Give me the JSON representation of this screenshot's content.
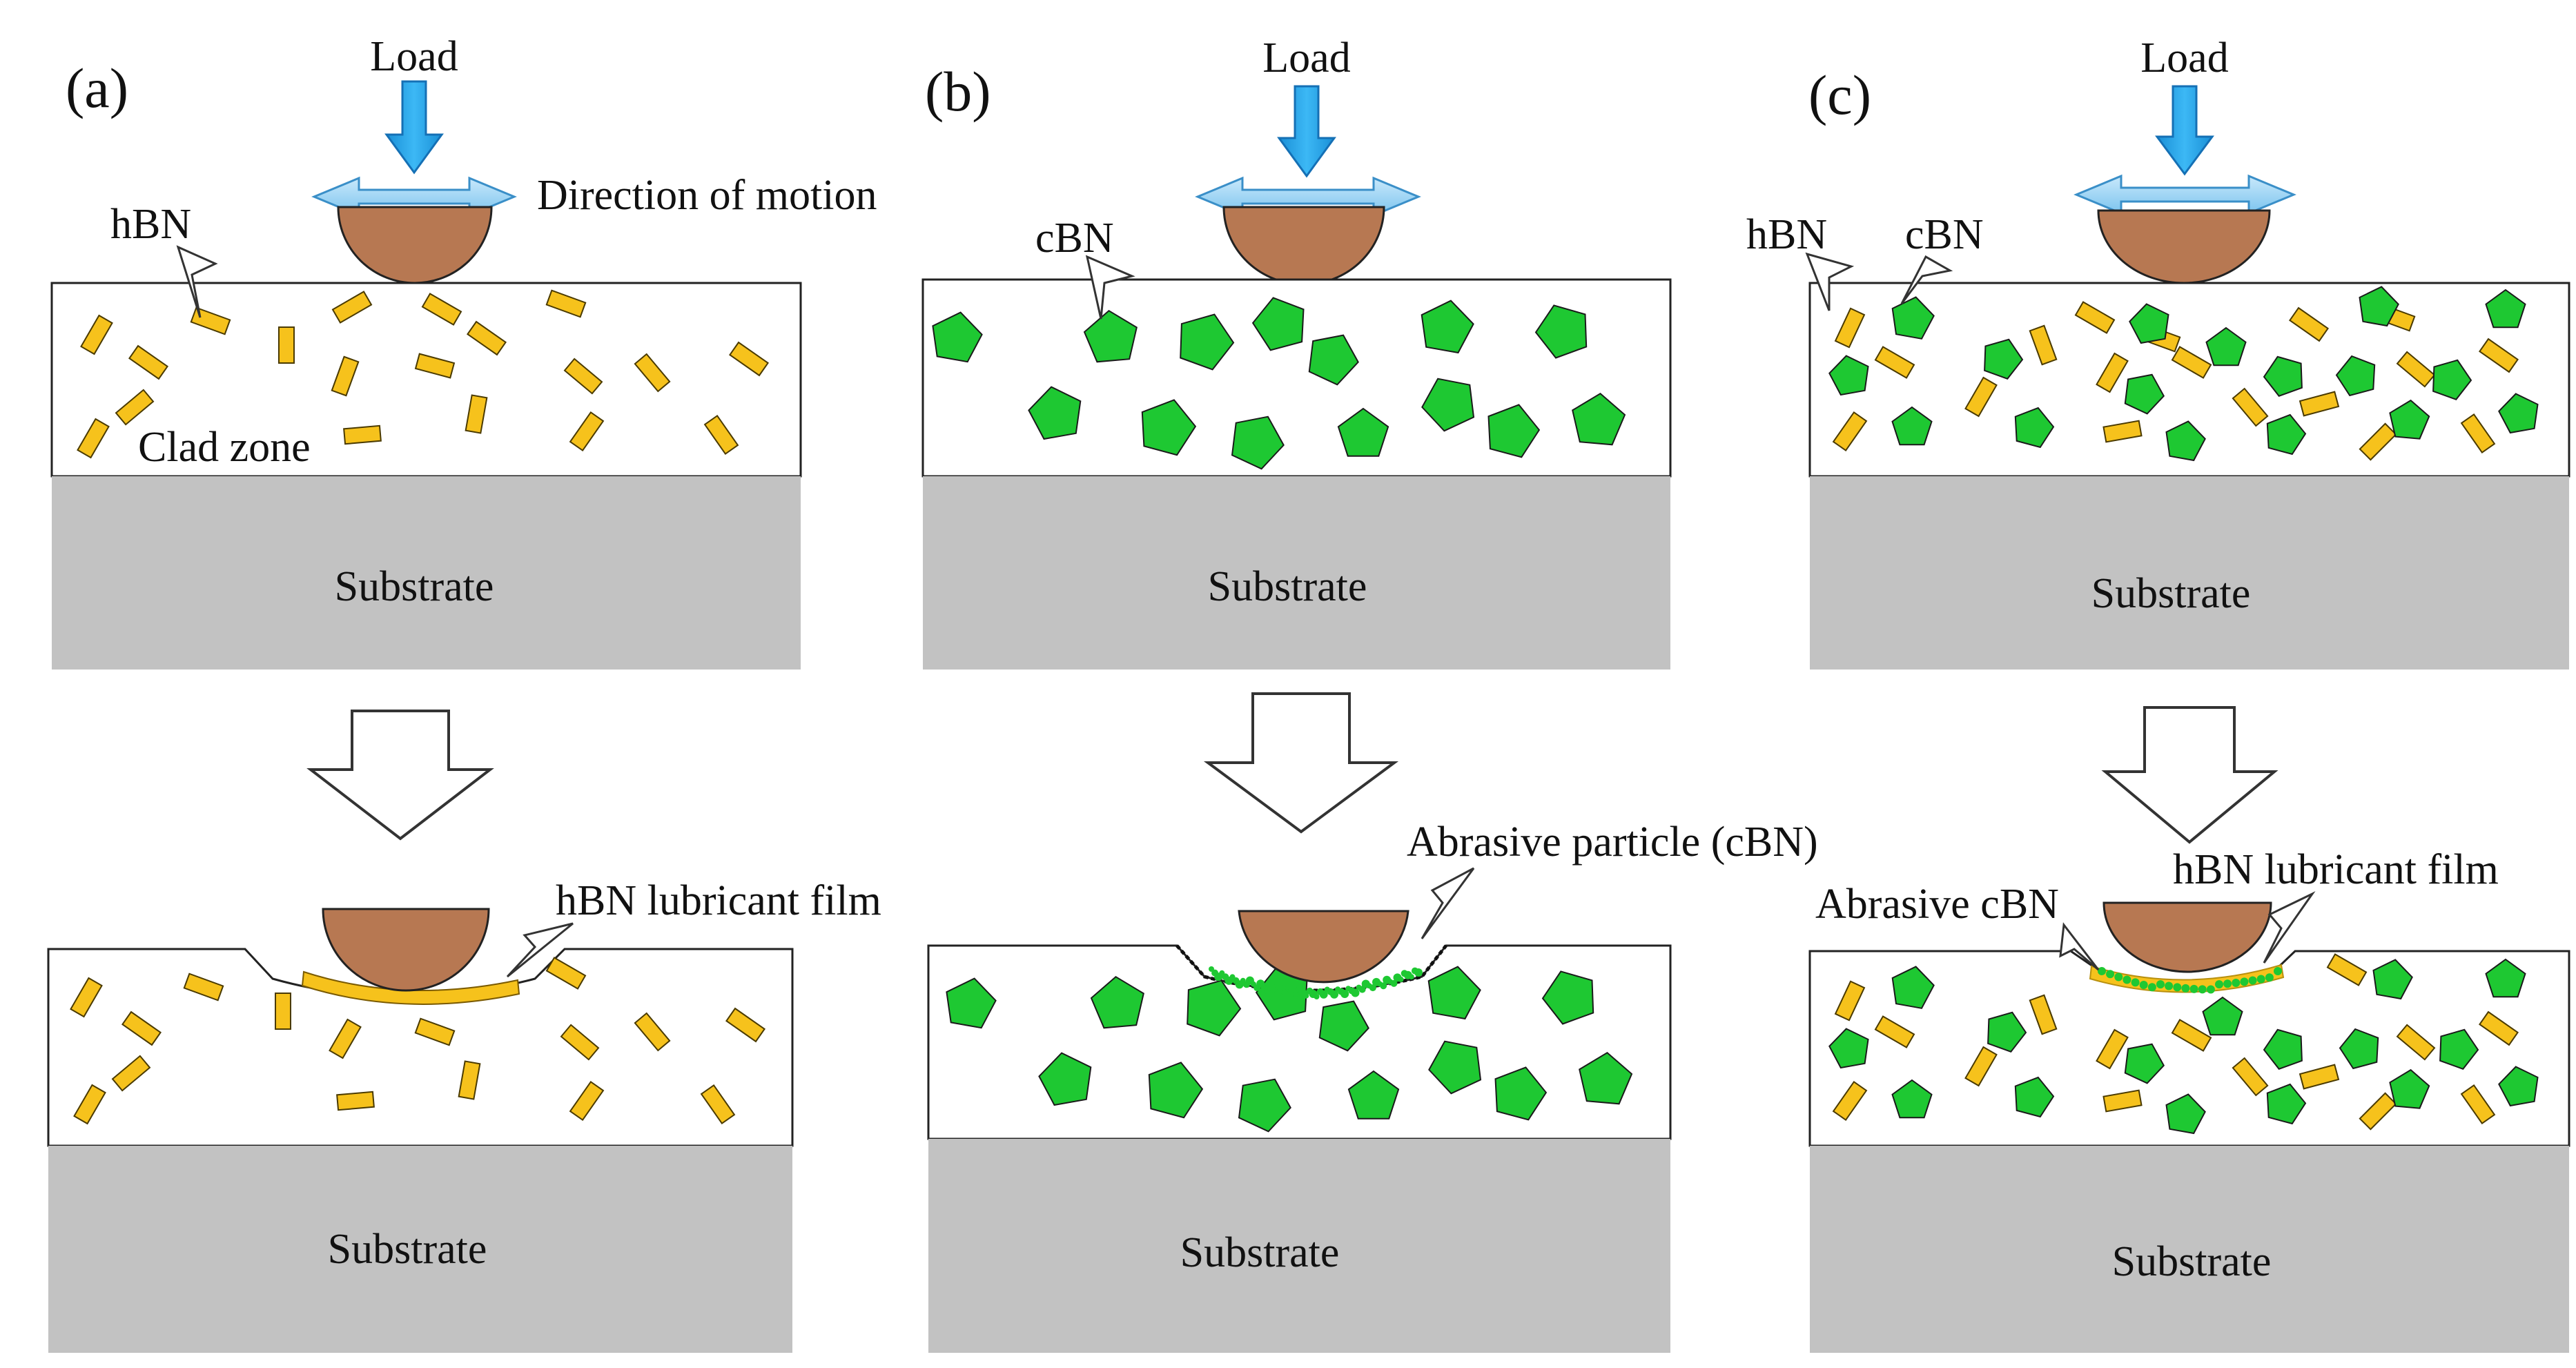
{
  "colors": {
    "hbn": "#f6c21c",
    "cbn": "#1ec832",
    "substrate": "#c2c2c2",
    "counterface": "#b77852",
    "load_arrow": "#1fa6ee",
    "motion_arrow": "#a9d9f5"
  },
  "panels": [
    {
      "id": "a",
      "label": "(a)",
      "load": "Load",
      "motion": "Direction of motion",
      "callouts": [
        "hBN"
      ],
      "clad": "Clad zone",
      "substrate_top": "Substrate",
      "substrate_bottom": "Substrate",
      "worn_callout": "hBN lubricant film"
    },
    {
      "id": "b",
      "label": "(b)",
      "load": "Load",
      "callouts": [
        "cBN"
      ],
      "substrate_top": "Substrate",
      "substrate_bottom": "Substrate",
      "worn_callout": "Abrasive particle (cBN)"
    },
    {
      "id": "c",
      "label": "(c)",
      "load": "Load",
      "callouts": [
        "hBN",
        "cBN"
      ],
      "substrate_top": "Substrate",
      "substrate_bottom": "Substrate",
      "worn_callout": "hBN lubricant film",
      "worn_callout_2": "Abrasive cBN"
    }
  ]
}
